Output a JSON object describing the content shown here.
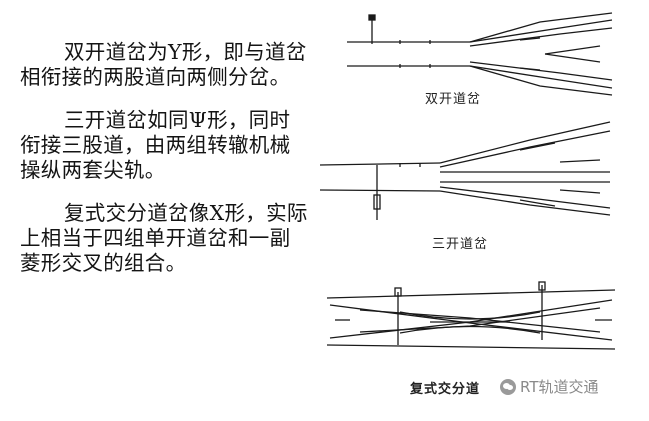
{
  "paragraphs": [
    "双开道岔为Y形，即与道岔相衔接的两股道向两侧分岔。",
    "三开道岔如同Ψ形，同时衔接三股道，由两组转辙机械操纵两套尖轨。",
    "复式交分道岔像X形，实际上相当于四组单开道岔和一副菱形交叉的组合。"
  ],
  "captions": {
    "double": "双开道岔",
    "triple": "三开道岔",
    "compound": "复式交分道"
  },
  "watermark": "RT轨道交通",
  "colors": {
    "line": "#1a1a1a",
    "text": "#141414",
    "watermark": "#8a8a8a"
  }
}
